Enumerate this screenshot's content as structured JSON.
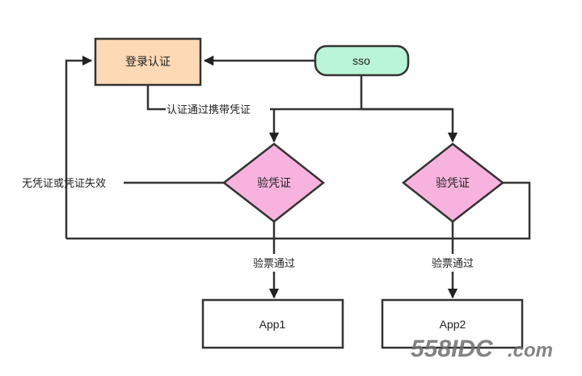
{
  "diagram": {
    "type": "flowchart",
    "nodes": {
      "login": {
        "label": "登录认证",
        "shape": "rectangle",
        "fill": "#fdd9b5"
      },
      "sso": {
        "label": "sso",
        "shape": "rounded-pill",
        "fill": "#b9f5d6"
      },
      "verify1": {
        "label": "验凭证",
        "shape": "diamond",
        "fill": "#f7b3dd"
      },
      "verify2": {
        "label": "验凭证",
        "shape": "diamond",
        "fill": "#f7b3dd"
      },
      "app1": {
        "label": "App1",
        "shape": "rectangle",
        "fill": "#ffffff"
      },
      "app2": {
        "label": "App2",
        "shape": "rectangle",
        "fill": "#ffffff"
      }
    },
    "edges": [
      {
        "from": "sso",
        "to": "login",
        "label": ""
      },
      {
        "from": "login",
        "to": "verify1",
        "label": "认证通过携带凭证"
      },
      {
        "from": "login",
        "to": "verify2",
        "label": "认证通过携带凭证"
      },
      {
        "from": "sso",
        "to": "verify1",
        "label": ""
      },
      {
        "from": "sso",
        "to": "verify2",
        "label": ""
      },
      {
        "from": "verify1",
        "to": "login",
        "label": "无凭证或凭证失效"
      },
      {
        "from": "verify2",
        "to": "login",
        "label": ""
      },
      {
        "from": "verify1",
        "to": "app1",
        "label": "验票通过"
      },
      {
        "from": "verify2",
        "to": "app2",
        "label": "验票通过"
      }
    ],
    "labels": {
      "auth_pass": "认证通过携带凭证",
      "no_credential": "无凭证或凭证失效",
      "ticket_pass_1": "验票通过",
      "ticket_pass_2": "验票通过"
    },
    "line_color": "#333333"
  },
  "watermark": {
    "main": "558IDC",
    "suffix": ".com"
  }
}
